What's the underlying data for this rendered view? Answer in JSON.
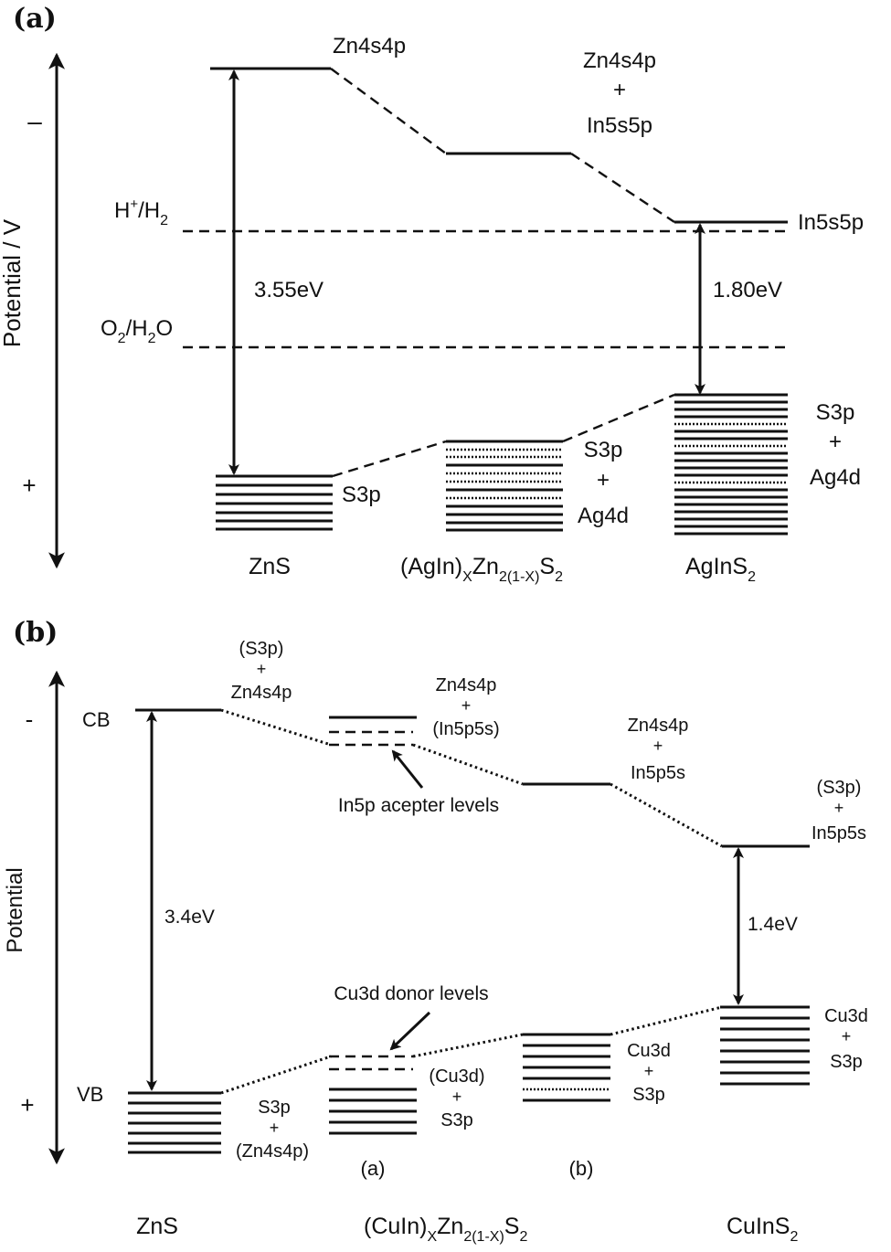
{
  "panel_a": {
    "panel_label": "(a)",
    "axis_label": "Potential / V",
    "minus_sign": "–",
    "plus_sign": "+",
    "ref_h2": {
      "pre": "H",
      "sup": "+",
      "mid": "/H",
      "sub": "2"
    },
    "ref_o2": {
      "pre": "O",
      "sub1": "2",
      "mid": "/H",
      "sub2": "2",
      "post": "O"
    },
    "zns_cb": "Zn4s4p",
    "mid_cb": [
      "Zn4s4p",
      "+",
      "In5s5p"
    ],
    "agins2_cb": "In5s5p",
    "zns_gap": "3.55eV",
    "agins2_gap": "1.80eV",
    "zns_vb": "S3p",
    "mid_vb": [
      "S3p",
      "+",
      "Ag4d"
    ],
    "agins2_vb": [
      "S3p",
      "+",
      "Ag4d"
    ],
    "names": {
      "zns": "ZnS",
      "mid": {
        "a": "(AgIn)",
        "x": "X",
        "b": "Zn",
        "s1": "2(1-X)",
        "c": "S",
        "s2": "2"
      },
      "right": {
        "a": "AgInS",
        "s": "2"
      }
    }
  },
  "panel_b": {
    "panel_label": "(b)",
    "axis_label": "Potential",
    "minus_sign": "-",
    "plus_sign": "+",
    "cb_label": "CB",
    "vb_label": "VB",
    "zns_cb": [
      "(S3p)",
      "+",
      "Zn4s4p"
    ],
    "a_cb": [
      "Zn4s4p",
      "+",
      "(In5p5s)"
    ],
    "acceptor_label": "In5p acepter levels",
    "b_cb": [
      "Zn4s4p",
      "+",
      "In5p5s"
    ],
    "cuins2_cb": [
      "(S3p)",
      "+",
      "In5p5s"
    ],
    "zns_gap": "3.4eV",
    "cuins2_gap": "1.4eV",
    "donor_label": "Cu3d donor levels",
    "zns_vb": [
      "S3p",
      "+",
      "(Zn4s4p)"
    ],
    "a_vb": [
      "(Cu3d)",
      "+",
      "S3p"
    ],
    "b_vb": [
      "Cu3d",
      "+",
      "S3p"
    ],
    "cuins2_vb": [
      "Cu3d",
      "+",
      "S3p"
    ],
    "sub_a": "(a)",
    "sub_b": "(b)",
    "names": {
      "zns": "ZnS",
      "mid": {
        "a": "(CuIn)",
        "x": "X",
        "b": "Zn",
        "s1": "2(1-X)",
        "c": "S",
        "s2": "2"
      },
      "right": {
        "a": "CuInS",
        "s": "2"
      }
    }
  }
}
